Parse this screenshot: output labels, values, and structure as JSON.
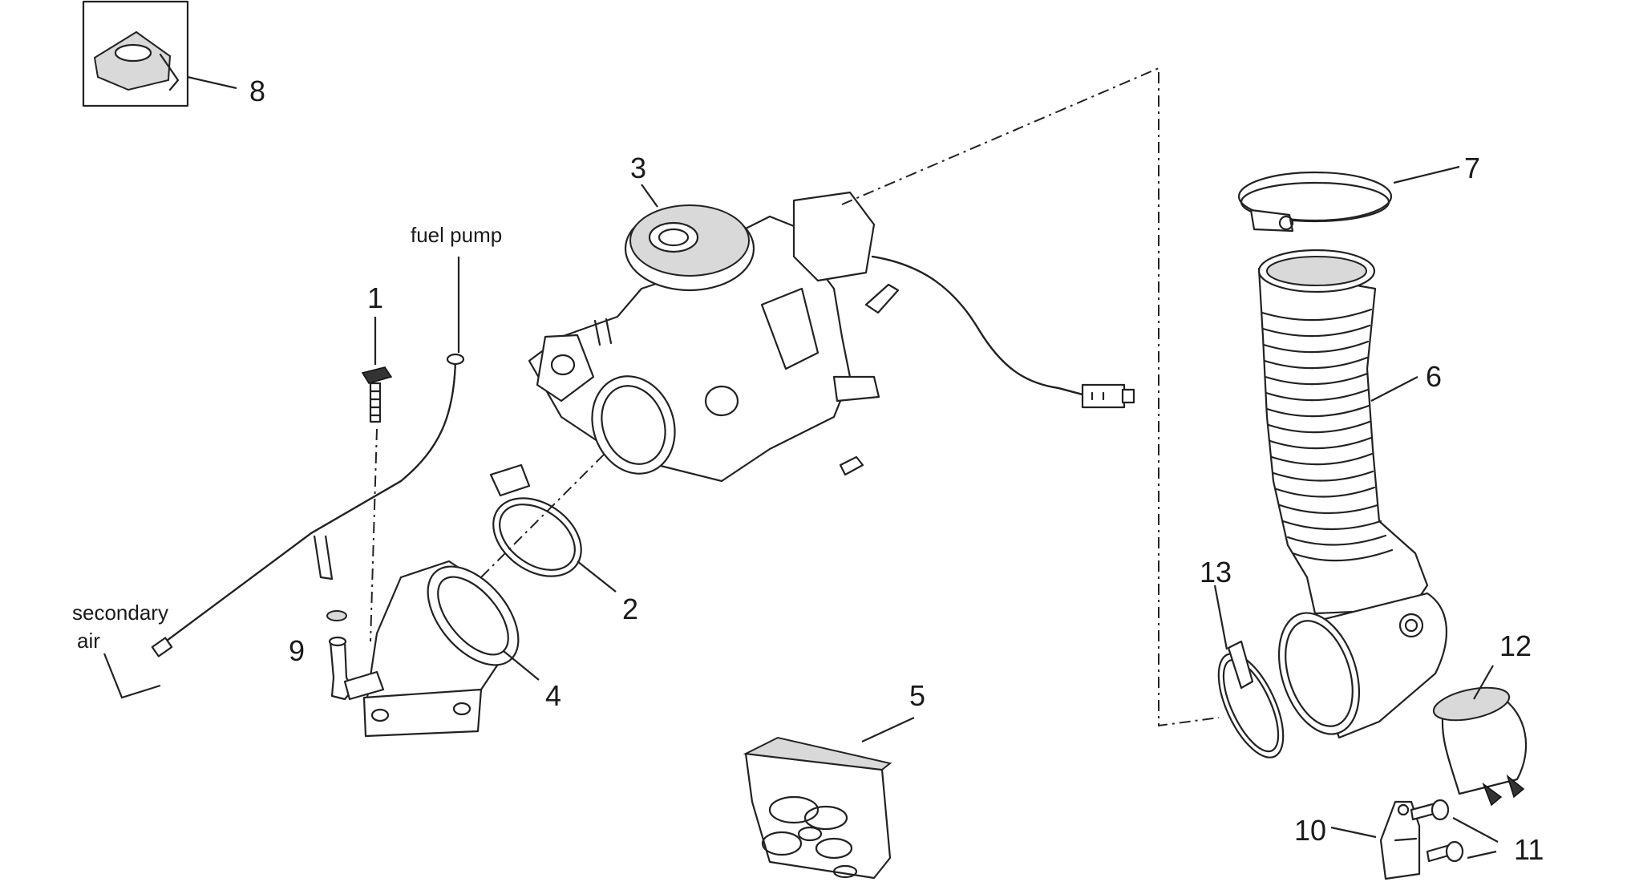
{
  "diagram": {
    "callouts": [
      "1",
      "2",
      "3",
      "4",
      "5",
      "6",
      "7",
      "8",
      "9",
      "10",
      "11",
      "12",
      "13"
    ],
    "captions": {
      "fuel_pump": "fuel pump",
      "secondary_air_line1": "secondary",
      "secondary_air_line2": "air"
    }
  }
}
